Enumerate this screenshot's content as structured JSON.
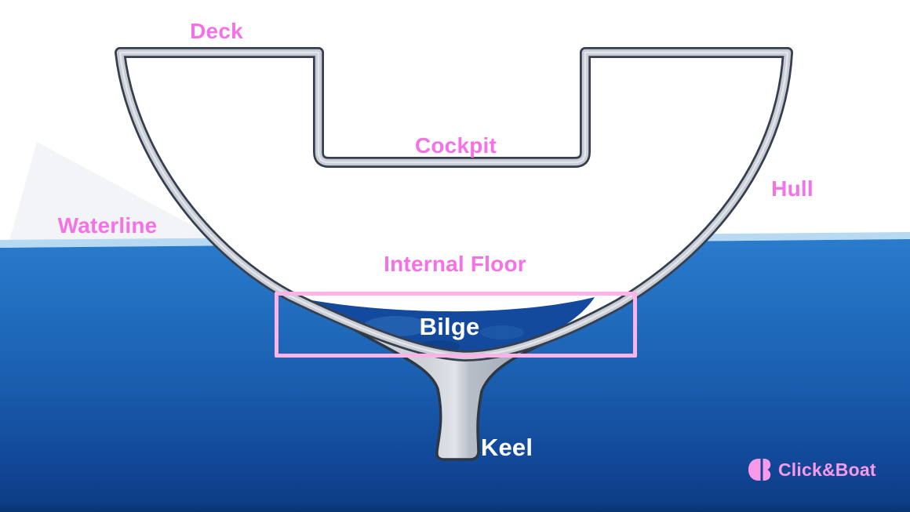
{
  "diagram": {
    "labels": {
      "deck": "Deck",
      "cockpit": "Cockpit",
      "hull": "Hull",
      "waterline": "Waterline",
      "internal_floor": "Internal Floor",
      "bilge": "Bilge",
      "keel": "Keel"
    },
    "brand": {
      "name": "Click&Boat",
      "icon": "click-and-boat-monogram-icon"
    },
    "colors": {
      "label_pink": "#f670e6",
      "brand_pink": "#f89ae9",
      "bilge_box_pink": "#fbb3e8",
      "water_surface_band": "#b7daf2",
      "water_top": "#2a7ccd",
      "water_bottom": "#0a336e",
      "bilge_water": "#134a9e",
      "hull_fill": "#c7ccd5",
      "hull_outline": "#363f4d",
      "keel_light": "#dfe2e7",
      "keel_shadow": "#a6adb9",
      "label_white": "#ffffff"
    }
  }
}
